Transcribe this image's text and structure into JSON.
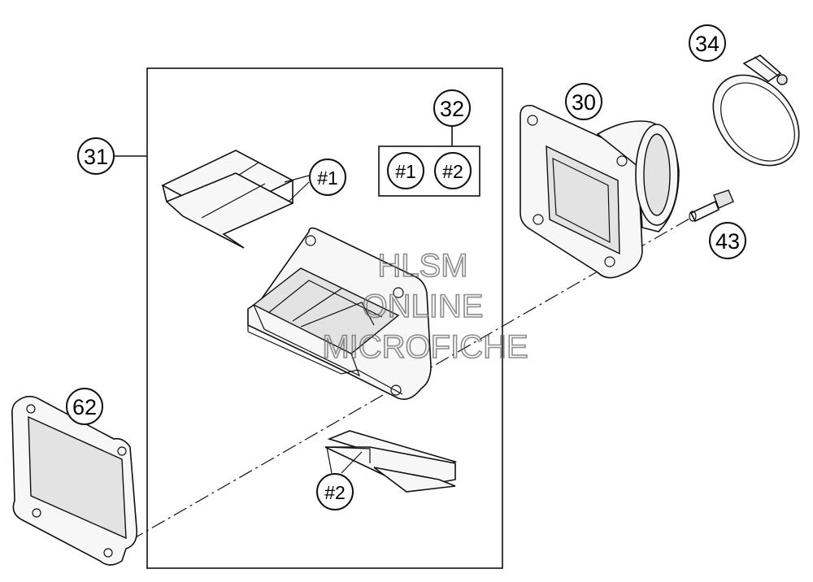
{
  "callouts": {
    "c30": "30",
    "c31": "31",
    "c32": "32",
    "c34": "34",
    "c43": "43",
    "c62": "62",
    "c1_label": "#1",
    "c2_label": "#2",
    "kit_a": "#1",
    "kit_b": "#2"
  },
  "watermark": {
    "line1": "HLSM",
    "line2": "ONLINE",
    "line3": "MICROFICHE"
  }
}
